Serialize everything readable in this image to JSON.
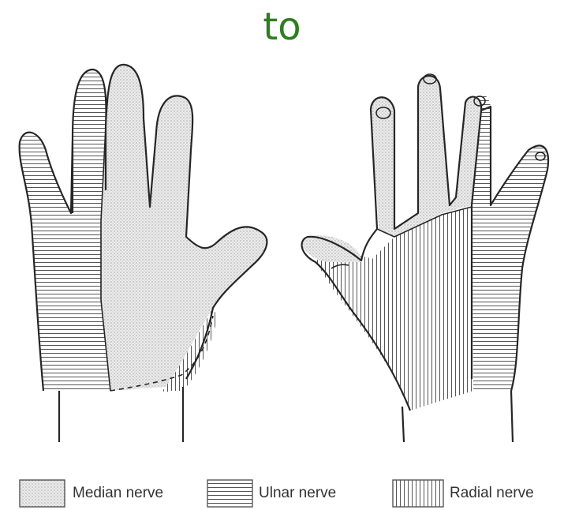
{
  "header": {
    "title": "to"
  },
  "colors": {
    "title": "#2e7d1f",
    "ink": "#262626",
    "median_fill": "#e6e6e6",
    "hatch": "#555555"
  },
  "legend": [
    {
      "label": "Median nerve",
      "pattern": "stipple",
      "icon": "median-swatch"
    },
    {
      "label": "Ulnar nerve",
      "pattern": "horizontal-lines",
      "icon": "ulnar-swatch"
    },
    {
      "label": "Radial nerve",
      "pattern": "vertical-lines",
      "icon": "radial-swatch"
    }
  ],
  "figure": {
    "panels": [
      {
        "name": "palmar-hand",
        "view": "palm"
      },
      {
        "name": "dorsal-hand",
        "view": "back"
      }
    ]
  }
}
